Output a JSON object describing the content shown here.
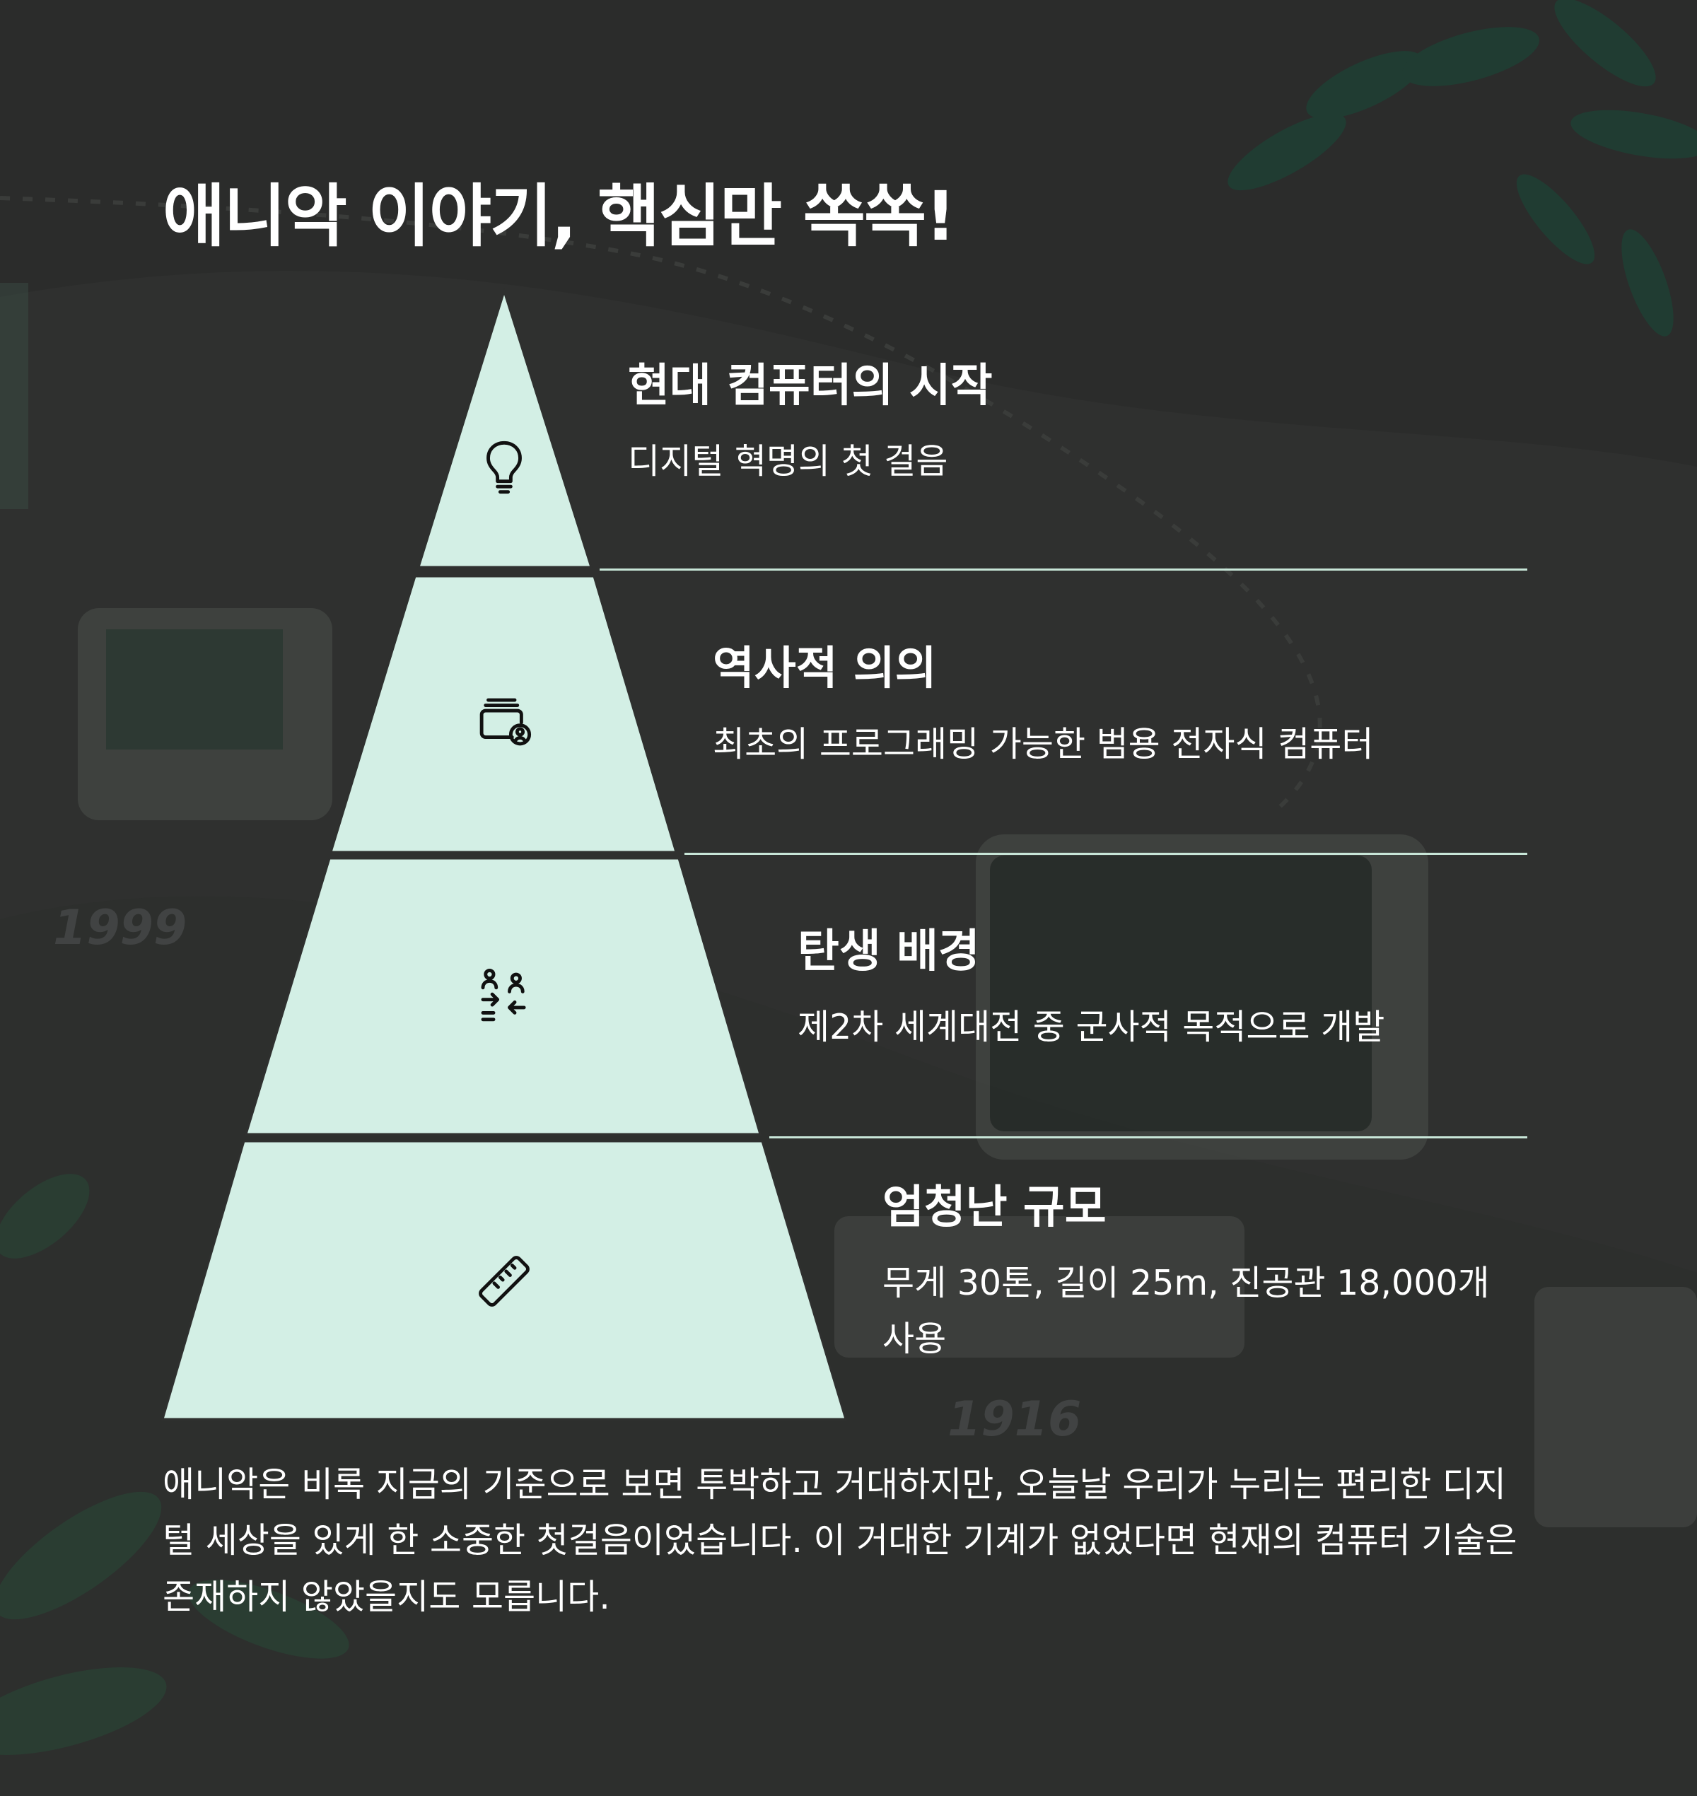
{
  "title": "애니악 이야기, 핵심만 쏙쏙!",
  "theme": {
    "background": "#2b2c2b",
    "pyramid_fill": "#d3efe5",
    "divider": "#c8e6d8",
    "text": "#ffffff"
  },
  "levels": [
    {
      "icon": "lightbulb-icon",
      "heading": "현대 컴퓨터의 시작",
      "description": "디지털 혁명의 첫 걸음"
    },
    {
      "icon": "wallet-user-icon",
      "heading": "역사적 의의",
      "description": "최초의 프로그래밍 가능한 범용 전자식 컴퓨터"
    },
    {
      "icon": "people-exchange-icon",
      "heading": "탄생 배경",
      "description": "제2차 세계대전 중 군사적 목적으로 개발"
    },
    {
      "icon": "ruler-icon",
      "heading": "엄청난 규모",
      "description": "무게 30톤, 길이 25m, 진공관 18,000개 사용"
    }
  ],
  "summary": "애니악은 비록 지금의 기준으로 보면 투박하고 거대하지만, 오늘날 우리가 누리는 편리한 디지털 세상을 있게 한 소중한 첫걸음이었습니다. 이 거대한 기계가 없었다면 현재의 컴퓨터 기술은 존재하지 않았을지도 모릅니다."
}
